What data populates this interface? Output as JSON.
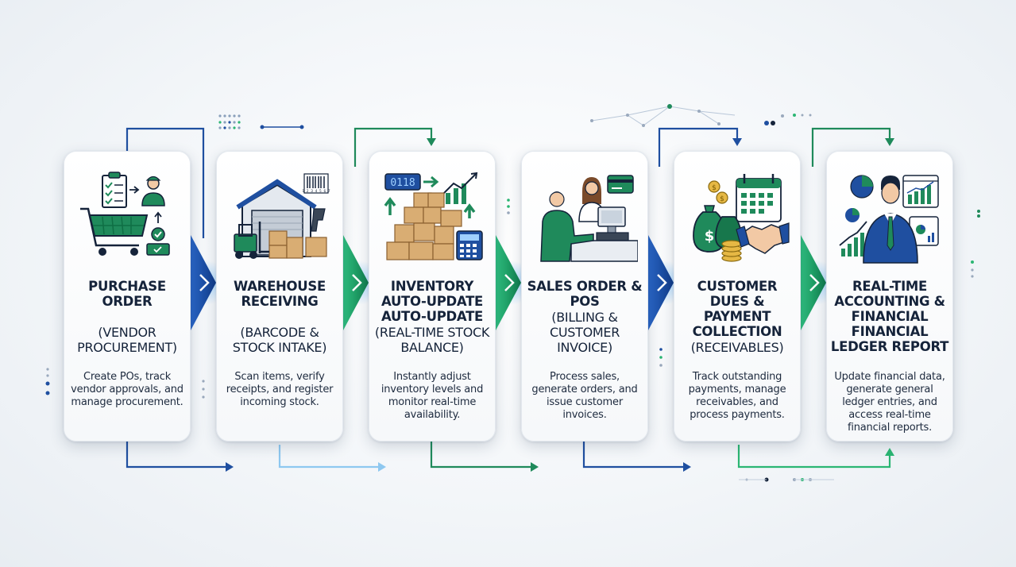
{
  "steps": [
    {
      "title": "PURCHASE ORDER",
      "subtitle": "(VENDOR PROCUREMENT)",
      "description": "Create POs, track vendor approvals, and manage procurement.",
      "icon": "purchase-order-icon"
    },
    {
      "title": "WAREHOUSE RECEIVING",
      "subtitle": "(BARCODE & STOCK INTAKE)",
      "description": "Scan items, verify receipts, and register incoming stock.",
      "icon": "warehouse-icon",
      "barcode_text": "1 2 3 4 5 6 7"
    },
    {
      "title": "INVENTORY AUTO-UPDATE AUTO-UPDATE",
      "subtitle": "(REAL-TIME STOCK BALANCE)",
      "description": "Instantly adjust inventory levels and monitor real-time availability.",
      "icon": "inventory-icon",
      "counter_text": "0118"
    },
    {
      "title": "SALES ORDER & POS",
      "subtitle": "(BILLING & CUSTOMER INVOICE)",
      "description": "Process sales, generate orders, and issue customer invoices.",
      "icon": "sales-pos-icon"
    },
    {
      "title": "CUSTOMER DUES & PAYMENT COLLECTION",
      "subtitle": "(RECEIVABLES)",
      "description": "Track outstanding payments, manage receivables, and process payments.",
      "icon": "payment-collection-icon"
    },
    {
      "title": "REAL-TIME ACCOUNTING & FINANCIAL FINANCIAL LEDGER REPORT",
      "subtitle": "",
      "description": "Update financial data, generate general ledger entries, and access real-time financial reports.",
      "icon": "accounting-icon"
    }
  ],
  "colors": {
    "green": "#1f8a5b",
    "dark_green": "#14683f",
    "blue": "#1f4fa0",
    "navy": "#15233a",
    "teal": "#2bb673"
  }
}
